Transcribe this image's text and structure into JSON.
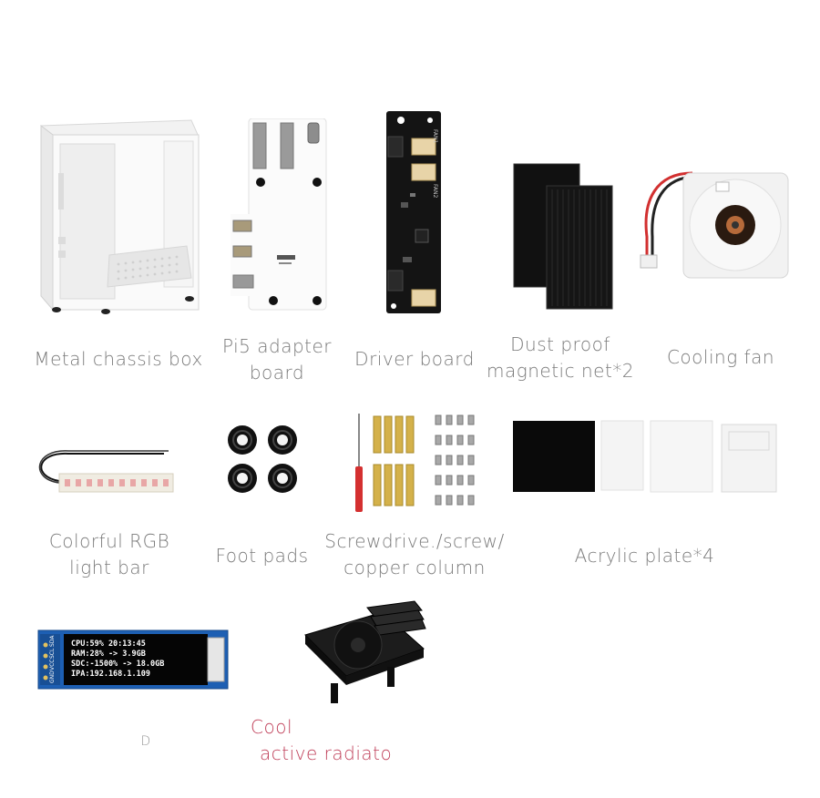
{
  "items": [
    {
      "id": "metal-chassis-box",
      "lines": [
        "Metal chassis box"
      ]
    },
    {
      "id": "pi5-adapter-board",
      "lines": [
        "Pi5 adapter",
        "board"
      ]
    },
    {
      "id": "driver-board",
      "lines": [
        "Driver board"
      ]
    },
    {
      "id": "dust-proof-net",
      "lines": [
        "Dust proof",
        "magnetic net*2"
      ]
    },
    {
      "id": "cooling-fan",
      "lines": [
        "Cooling fan"
      ]
    },
    {
      "id": "rgb-light-bar",
      "lines": [
        "Colorful RGB",
        "light bar"
      ]
    },
    {
      "id": "foot-pads",
      "lines": [
        "Foot pads"
      ]
    },
    {
      "id": "screwdriver",
      "lines": [
        "Screwdrive./screw/",
        "copper column"
      ]
    },
    {
      "id": "acrylic-plate",
      "lines": [
        "Acrylic plate*4"
      ]
    },
    {
      "id": "oled-display",
      "lines": [
        "D"
      ]
    },
    {
      "id": "active-radiator",
      "lines": [
        "Cool",
        "active radiato"
      ]
    }
  ],
  "oled": {
    "lines": [
      "CPU:59% 20:13:45",
      "RAM:28% -> 3.9GB",
      "SDC:-1500% -> 18.0GB",
      "IPA:192.168.1.109"
    ],
    "pins": [
      "GND",
      "VCC",
      "SCL",
      "SDA"
    ]
  },
  "driver_board": {
    "fan1": "FAN1",
    "fan2": "FAN2"
  },
  "colors": {
    "label": "#7a7a7a",
    "red_label": "#c0405a",
    "pcb_black": "#141414",
    "oled_blue": "#1d5fb3"
  }
}
